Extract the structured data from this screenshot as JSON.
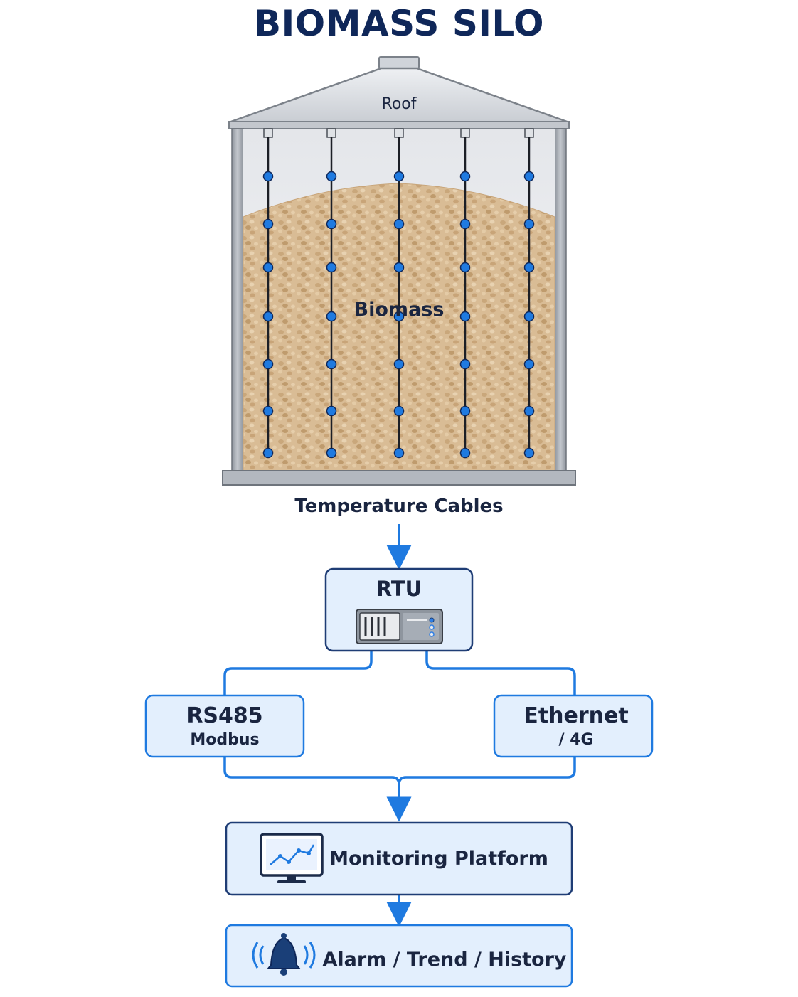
{
  "title": "BIOMASS SILO",
  "silo": {
    "roof_label": "Roof",
    "contents_label": "Biomass",
    "cables_label": "Temperature Cables",
    "cable_count": 5,
    "sensors_per_cable": 7
  },
  "rtu": {
    "label": "RTU",
    "icon": "rtu-device-icon"
  },
  "links": [
    {
      "line1": "RS485",
      "line2": "Modbus"
    },
    {
      "line1": "Ethernet",
      "line2": "/ 4G"
    }
  ],
  "platform": {
    "label": "Monitoring Platform",
    "icon": "monitor-chart-icon"
  },
  "alarm": {
    "label": "Alarm / Trend / History",
    "icon": "alarm-bell-icon"
  },
  "colors": {
    "accent": "#1f7ae0",
    "box_fill": "#e3effd",
    "box_border": "#1f7ae0",
    "text_dark": "#0f2759",
    "sensor": "#1f7ae0",
    "biomass": "#d7b88f",
    "steel": "#b7bcc4"
  }
}
